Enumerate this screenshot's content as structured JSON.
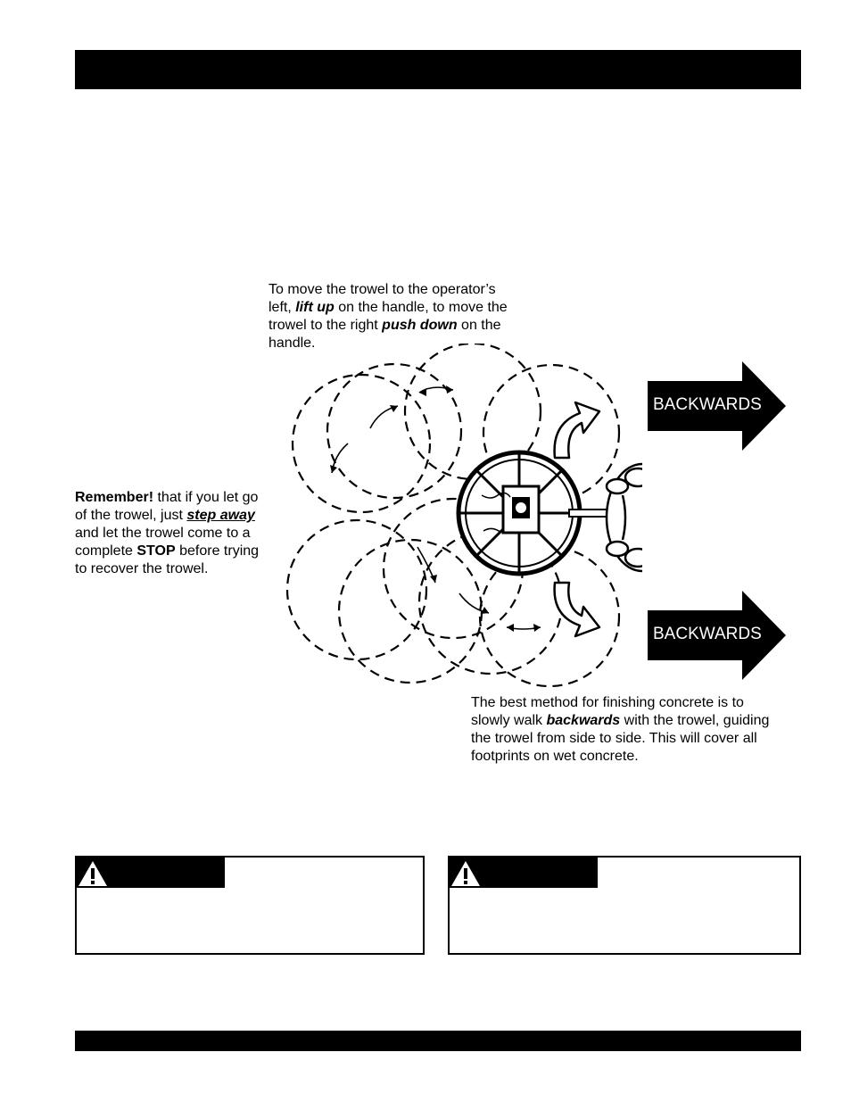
{
  "steering": {
    "line1": "To move the trowel to the operator’s",
    "line2_pre": "left, ",
    "line2_em": "lift up",
    "line2_post": " on the handle, to move the",
    "line3_pre": "trowel to the right ",
    "line3_em": "push down",
    "line3_post": " on the",
    "line4": "handle."
  },
  "remember": {
    "strong": "Remember!",
    "line1_post": " that if you let go",
    "line2_pre": "of the trowel, just ",
    "line2_em": "step away",
    "line3": "and let the trowel come to a",
    "line4_pre": "complete ",
    "line4_strong": "STOP",
    "line4_post": " before trying",
    "line5": "to recover the trowel."
  },
  "method": {
    "line1": "The best method for finishing concrete is to",
    "line2_pre": "slowly walk ",
    "line2_em": "backwards",
    "line2_post": " with the trowel, guiding",
    "line3": "the trowel from side to side. This will cover all",
    "line4": "footprints on wet concrete."
  },
  "arrows": {
    "top_label": "BACKWARDS",
    "bottom_label": "BACKWARDS"
  },
  "icons": {
    "warning": "warning-triangle-icon"
  },
  "colors": {
    "ink": "#000000",
    "paper": "#ffffff"
  }
}
